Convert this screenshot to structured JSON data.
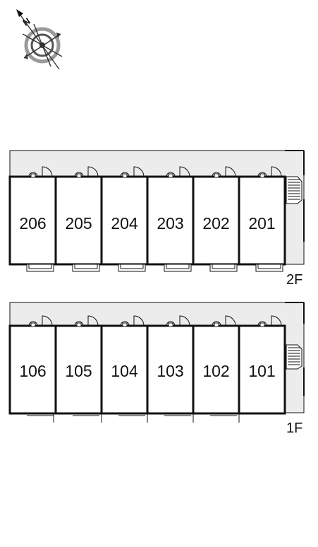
{
  "compass": {
    "north_label": "N",
    "icon": "compass-rose-icon"
  },
  "colors": {
    "wall": "#111111",
    "corridor": "#ececec",
    "compass_ring": "#9a9a9a"
  },
  "floors": [
    {
      "label": "2F",
      "units": [
        "206",
        "205",
        "204",
        "203",
        "202",
        "201"
      ]
    },
    {
      "label": "1F",
      "units": [
        "106",
        "105",
        "104",
        "103",
        "102",
        "101"
      ]
    }
  ]
}
